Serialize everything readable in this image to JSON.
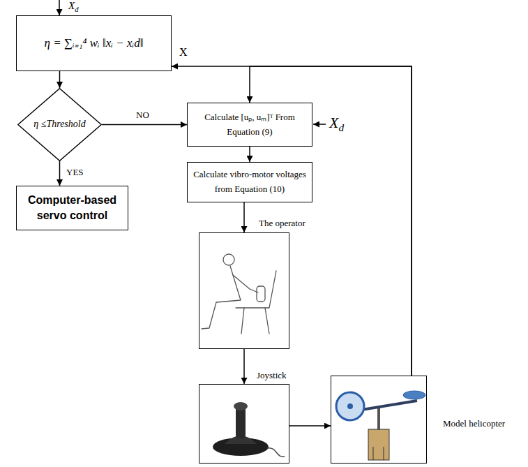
{
  "diagram": {
    "nodes": [
      {
        "text": [
          "η = ∑ᵢ₌₁⁴ wᵢ ‖xᵢ − xᵢd‖"
        ]
      },
      {
        "text": [
          "η ≤Threshold"
        ]
      },
      {
        "text": [
          "Calculate [uₚ, uₘ]ᵀ From Equation (9)"
        ]
      },
      {
        "text": [
          "Computer-based servo control"
        ]
      },
      {
        "text": [
          "Calculate vibro-motor voltages from Equation (10)"
        ]
      },
      {
        "text": [
          "The operator"
        ]
      },
      {
        "text": [
          "Joystick"
        ]
      },
      {
        "text": [
          "Model helicopter"
        ]
      }
    ],
    "edges": [
      {
        "from": 0,
        "to": 1,
        "arrow": "to"
      },
      {
        "from": 1,
        "to": 2,
        "label": "NO",
        "arrow": "to"
      },
      {
        "from": 1,
        "to": 3,
        "label": "YES",
        "arrow": "to"
      },
      {
        "from": 2,
        "to": 4,
        "arrow": "to"
      },
      {
        "from": 4,
        "to": 5,
        "arrow": "to"
      },
      {
        "from": 5,
        "to": 6,
        "arrow": "to"
      },
      {
        "from": 6,
        "to": 7,
        "arrow": "to"
      },
      {
        "from": 7,
        "to": 0,
        "label": "X",
        "arrow": "to"
      },
      {
        "from": 7,
        "to": 2,
        "arrow": "to"
      }
    ],
    "labels": [
      "Xd",
      "Xd"
    ]
  }
}
